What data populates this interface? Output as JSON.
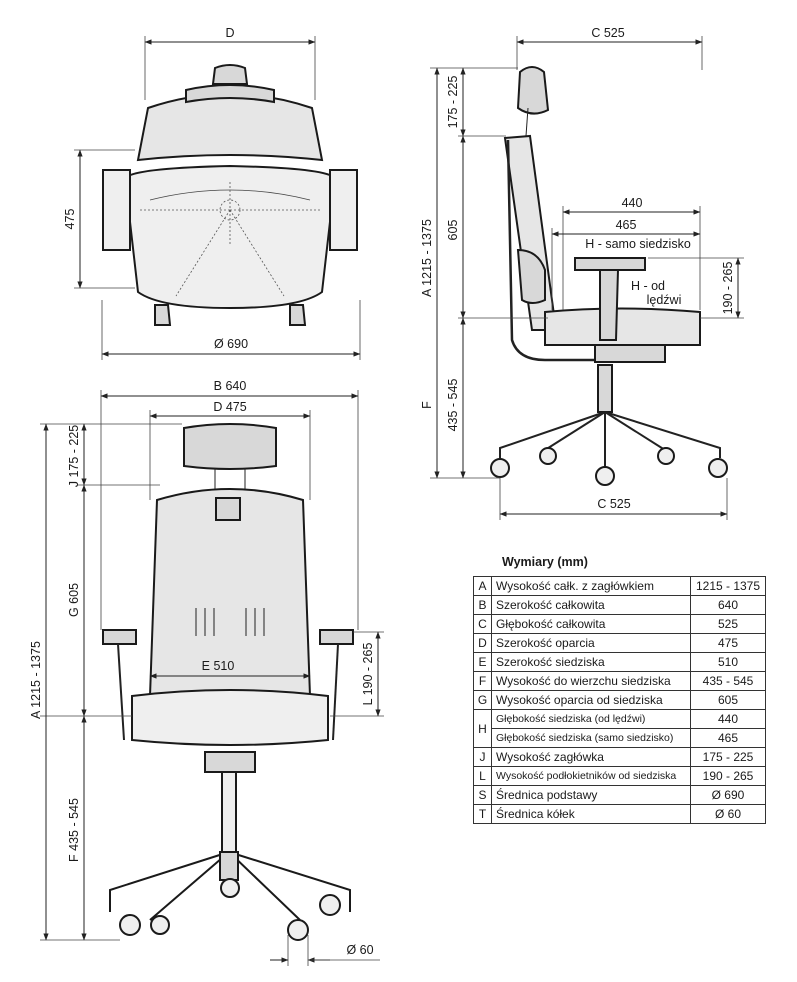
{
  "dimension_labels": {
    "top_width": "D",
    "top_depth": "475",
    "base_diameter": "Ø 690",
    "side_depth_top": "C 525",
    "headrest_range_side": "175 - 225",
    "total_height_side": "A 1215 - 1375",
    "backrest_side": "605",
    "depth_440": "440",
    "depth_465": "465",
    "seat_only": "H - samo siedzisko",
    "lumbar_line1": "H - od",
    "lumbar_line2": "lędźwi",
    "armrest_side": "190 - 265",
    "seat_height_side_f": "F",
    "seat_height_side": "435 - 545",
    "side_depth_bottom": "C 525",
    "front_total_width": "B 640",
    "front_back_width": "D 475",
    "front_headrest": "J 175 - 225",
    "front_backrest": "G 605",
    "front_total_height": "A 1215 - 1375",
    "front_seat_width": "E 510",
    "front_armrest": "L 190 - 265",
    "front_seat_height": "F 435 - 545",
    "castor_diameter": "Ø 60"
  },
  "table": {
    "title": "Wymiary (mm)",
    "rows": [
      {
        "key": "A",
        "label": "Wysokość całk. z zagłówkiem",
        "value": "1215 - 1375"
      },
      {
        "key": "B",
        "label": "Szerokość całkowita",
        "value": "640"
      },
      {
        "key": "C",
        "label": "Głębokość całkowita",
        "value": "525"
      },
      {
        "key": "D",
        "label": "Szerokość oparcia",
        "value": "475"
      },
      {
        "key": "E",
        "label": "Szerokość siedziska",
        "value": "510"
      },
      {
        "key": "F",
        "label": "Wysokość do wierzchu siedziska",
        "value": "435 - 545"
      },
      {
        "key": "G",
        "label": "Wysokość oparcia od siedziska",
        "value": "605"
      },
      {
        "key": "H",
        "label": "Głębokość siedziska (od lędźwi)",
        "value": "440"
      },
      {
        "key": "",
        "label": "Głębokość siedziska (samo siedzisko)",
        "value": "465"
      },
      {
        "key": "J",
        "label": "Wysokość zagłówka",
        "value": "175 - 225"
      },
      {
        "key": "L",
        "label": "Wysokość podłokietników od siedziska",
        "value": "190 - 265"
      },
      {
        "key": "S",
        "label": "Średnica podstawy",
        "value": "Ø 690"
      },
      {
        "key": "T",
        "label": "Średnica kółek",
        "value": "Ø 60"
      }
    ]
  }
}
